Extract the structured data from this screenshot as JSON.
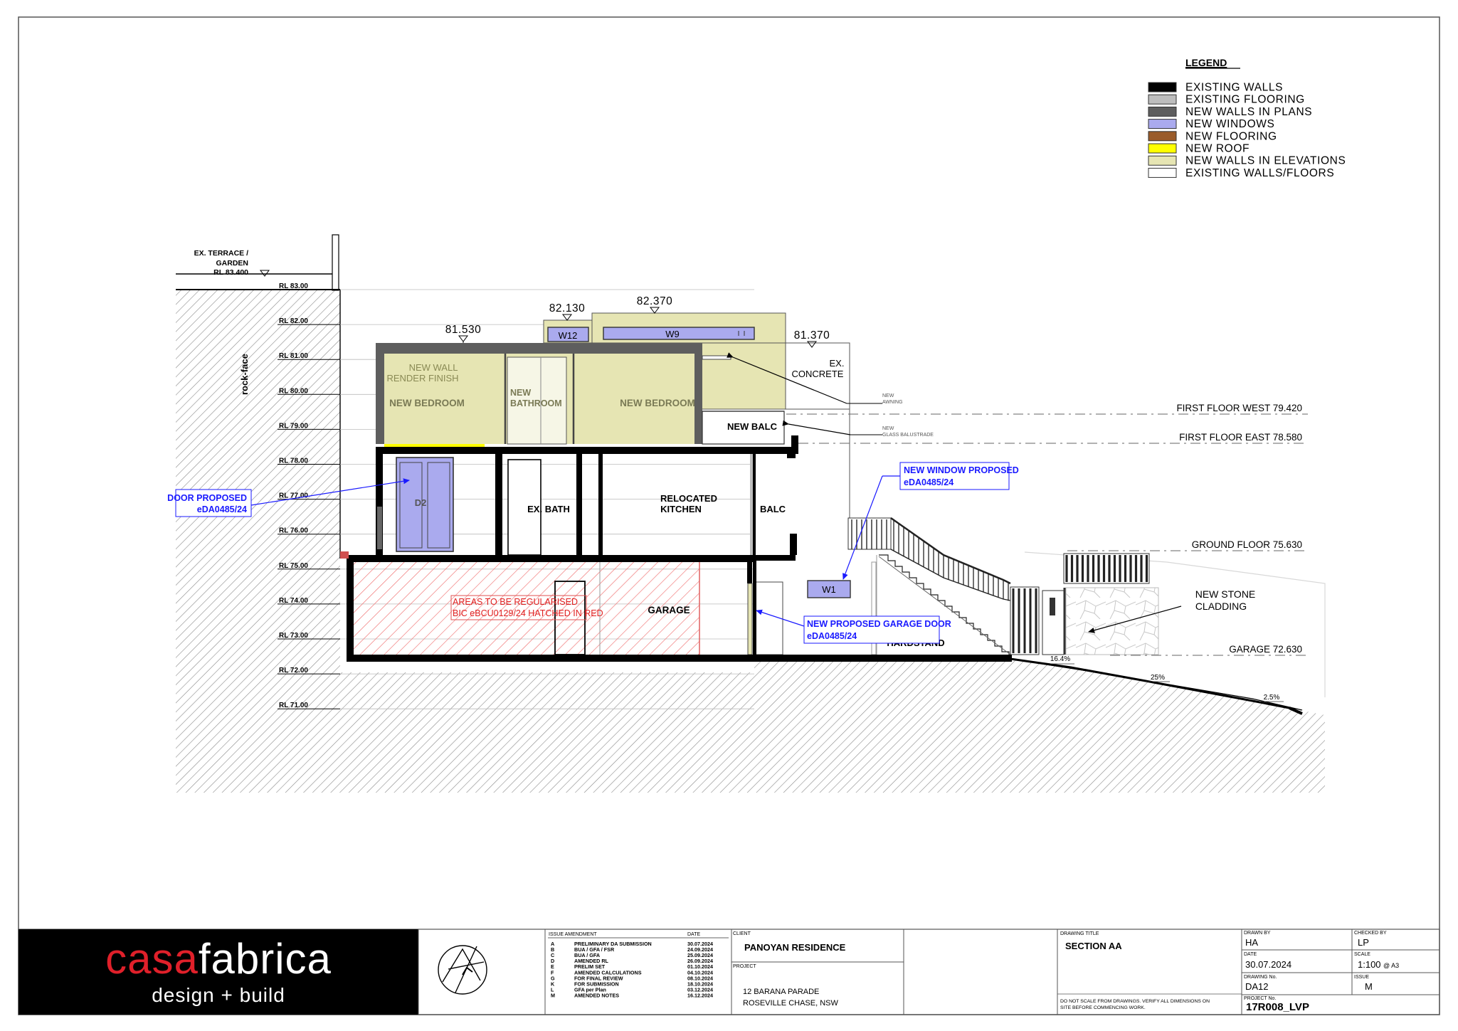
{
  "legend": {
    "title": "LEGEND",
    "items": [
      {
        "label": "EXISTING WALLS",
        "color": "#000000"
      },
      {
        "label": "EXISTING FLOORING",
        "color": "#bdbdbd"
      },
      {
        "label": "NEW WALLS IN PLANS",
        "color": "#5e5e5e"
      },
      {
        "label": "NEW WINDOWS",
        "color": "#aaaaee"
      },
      {
        "label": "NEW FLOORING",
        "color": "#9a5b2a"
      },
      {
        "label": "NEW ROOF",
        "color": "#ffff00"
      },
      {
        "label": "NEW WALLS IN ELEVATIONS",
        "color": "#e6e5b3"
      },
      {
        "label": "EXISTING WALLS/FLOORS",
        "color": "#ffffff"
      }
    ]
  },
  "terrace": {
    "line1": "EX. TERRACE /",
    "line2": "GARDEN",
    "line3": "RL 83.400"
  },
  "rock_face": "rock-face",
  "rl_levels": [
    "RL 83.00",
    "RL 82.00",
    "RL 81.00",
    "RL 80.00",
    "RL 79.00",
    "RL 78.00",
    "RL 77.00",
    "RL 76.00",
    "RL 75.00",
    "RL 74.00",
    "RL 73.00",
    "RL 72.00",
    "RL 71.00"
  ],
  "heights": {
    "h81530": "81.530",
    "h82130": "82.130",
    "h82370": "82.370",
    "h81370": "81.370"
  },
  "windows": {
    "w12": "W12",
    "w9": "W9",
    "w1": "W1",
    "d2": "D2"
  },
  "rooms": {
    "new_wall_1": "NEW WALL",
    "new_wall_2": "RENDER FINISH",
    "bedroom_left": "NEW BEDROOM",
    "bathroom_1": "NEW",
    "bathroom_2": "BATHROOM",
    "bedroom_right": "NEW BEDROOM",
    "ex_concrete_1": "EX.",
    "ex_concrete_2": "CONCRETE",
    "new_balc": "NEW BALC",
    "ex_bath": "EX. BATH",
    "kitchen_1": "RELOCATED",
    "kitchen_2": "KITCHEN",
    "balc": "BALC",
    "garage": "GARAGE",
    "hardstand": "HARDSTAND",
    "stone_1": "NEW STONE",
    "stone_2": "CLADDING"
  },
  "notes": {
    "awning_1": "NEW",
    "awning_2": "AWNING",
    "balustrade_1": "NEW",
    "balustrade_2": "GLASS BALUSTRADE",
    "regularised_1": "AREAS TO BE REGULARISED",
    "regularised_2": "BIC eBCU0129/24 HATCHED IN RED",
    "door_1": "DOOR PROPOSED",
    "door_2": "eDA0485/24",
    "window_1": "NEW WINDOW PROPOSED",
    "window_2": "eDA0485/24",
    "garage_door_1": "NEW PROPOSED GARAGE DOOR",
    "garage_door_2": "eDA0485/24"
  },
  "floor_levels": {
    "first_west": "FIRST FLOOR WEST 79.420",
    "first_east": "FIRST FLOOR EAST 78.580",
    "ground": "GROUND FLOOR 75.630",
    "garage": "GARAGE 72.630"
  },
  "slopes": {
    "s1": "16.4%",
    "s2": "25%",
    "s3": "2.5%"
  },
  "title_block": {
    "brand_casa": "casa",
    "brand_fabrica": "fabrica",
    "tagline": "design + build",
    "issue_header": "ISSUE  AMENDMENT",
    "date_header": "DATE",
    "issues": [
      {
        "code": "A",
        "text": "PRELIMINARY DA SUBMISSION",
        "date": "30.07.2024"
      },
      {
        "code": "B",
        "text": "BUA / GFA / FSR",
        "date": "24.09.2024"
      },
      {
        "code": "C",
        "text": "BUA / GFA",
        "date": "25.09.2024"
      },
      {
        "code": "D",
        "text": "AMENDED RL",
        "date": "26.09.2024"
      },
      {
        "code": "E",
        "text": "PRELIM SET",
        "date": "01.10.2024"
      },
      {
        "code": "F",
        "text": "AMENDED CALCULATIONS",
        "date": "04.10.2024"
      },
      {
        "code": "G",
        "text": "FOR FINAL REVIEW",
        "date": "08.10.2024"
      },
      {
        "code": "K",
        "text": "FOR SUBMISSION",
        "date": "18.10.2024"
      },
      {
        "code": "L",
        "text": "GFA per Plan",
        "date": "03.12.2024"
      },
      {
        "code": "M",
        "text": "AMENDED NOTES",
        "date": "16.12.2024"
      }
    ],
    "client_label": "CLIENT",
    "client": "PANOYAN RESIDENCE",
    "project_label": "PROJECT",
    "project_line1": "12 BARANA PARADE",
    "project_line2": "ROSEVILLE CHASE, NSW",
    "drawing_title_label": "DRAWING TITLE",
    "drawing_title": "SECTION AA",
    "disclaimer_1": "DO NOT SCALE FROM DRAWINGS.   VERIFY ALL DIMENSIONS ON",
    "disclaimer_2": "SITE BEFORE COMMENCING WORK.",
    "drawn_by_label": "DRAWN BY",
    "drawn_by": "HA",
    "checked_by_label": "CHECKED BY",
    "checked_by": "LP",
    "date_label": "DATE",
    "date": "30.07.2024",
    "scale_label": "SCALE",
    "scale": "1:100",
    "scale_sheet": "@ A3",
    "drawing_no_label": "DRAWING No.",
    "drawing_no": "DA12",
    "issue_label": "ISSUE",
    "issue": "M",
    "project_no_label": "PROJECT No.",
    "project_no": "17R008_LVP"
  }
}
